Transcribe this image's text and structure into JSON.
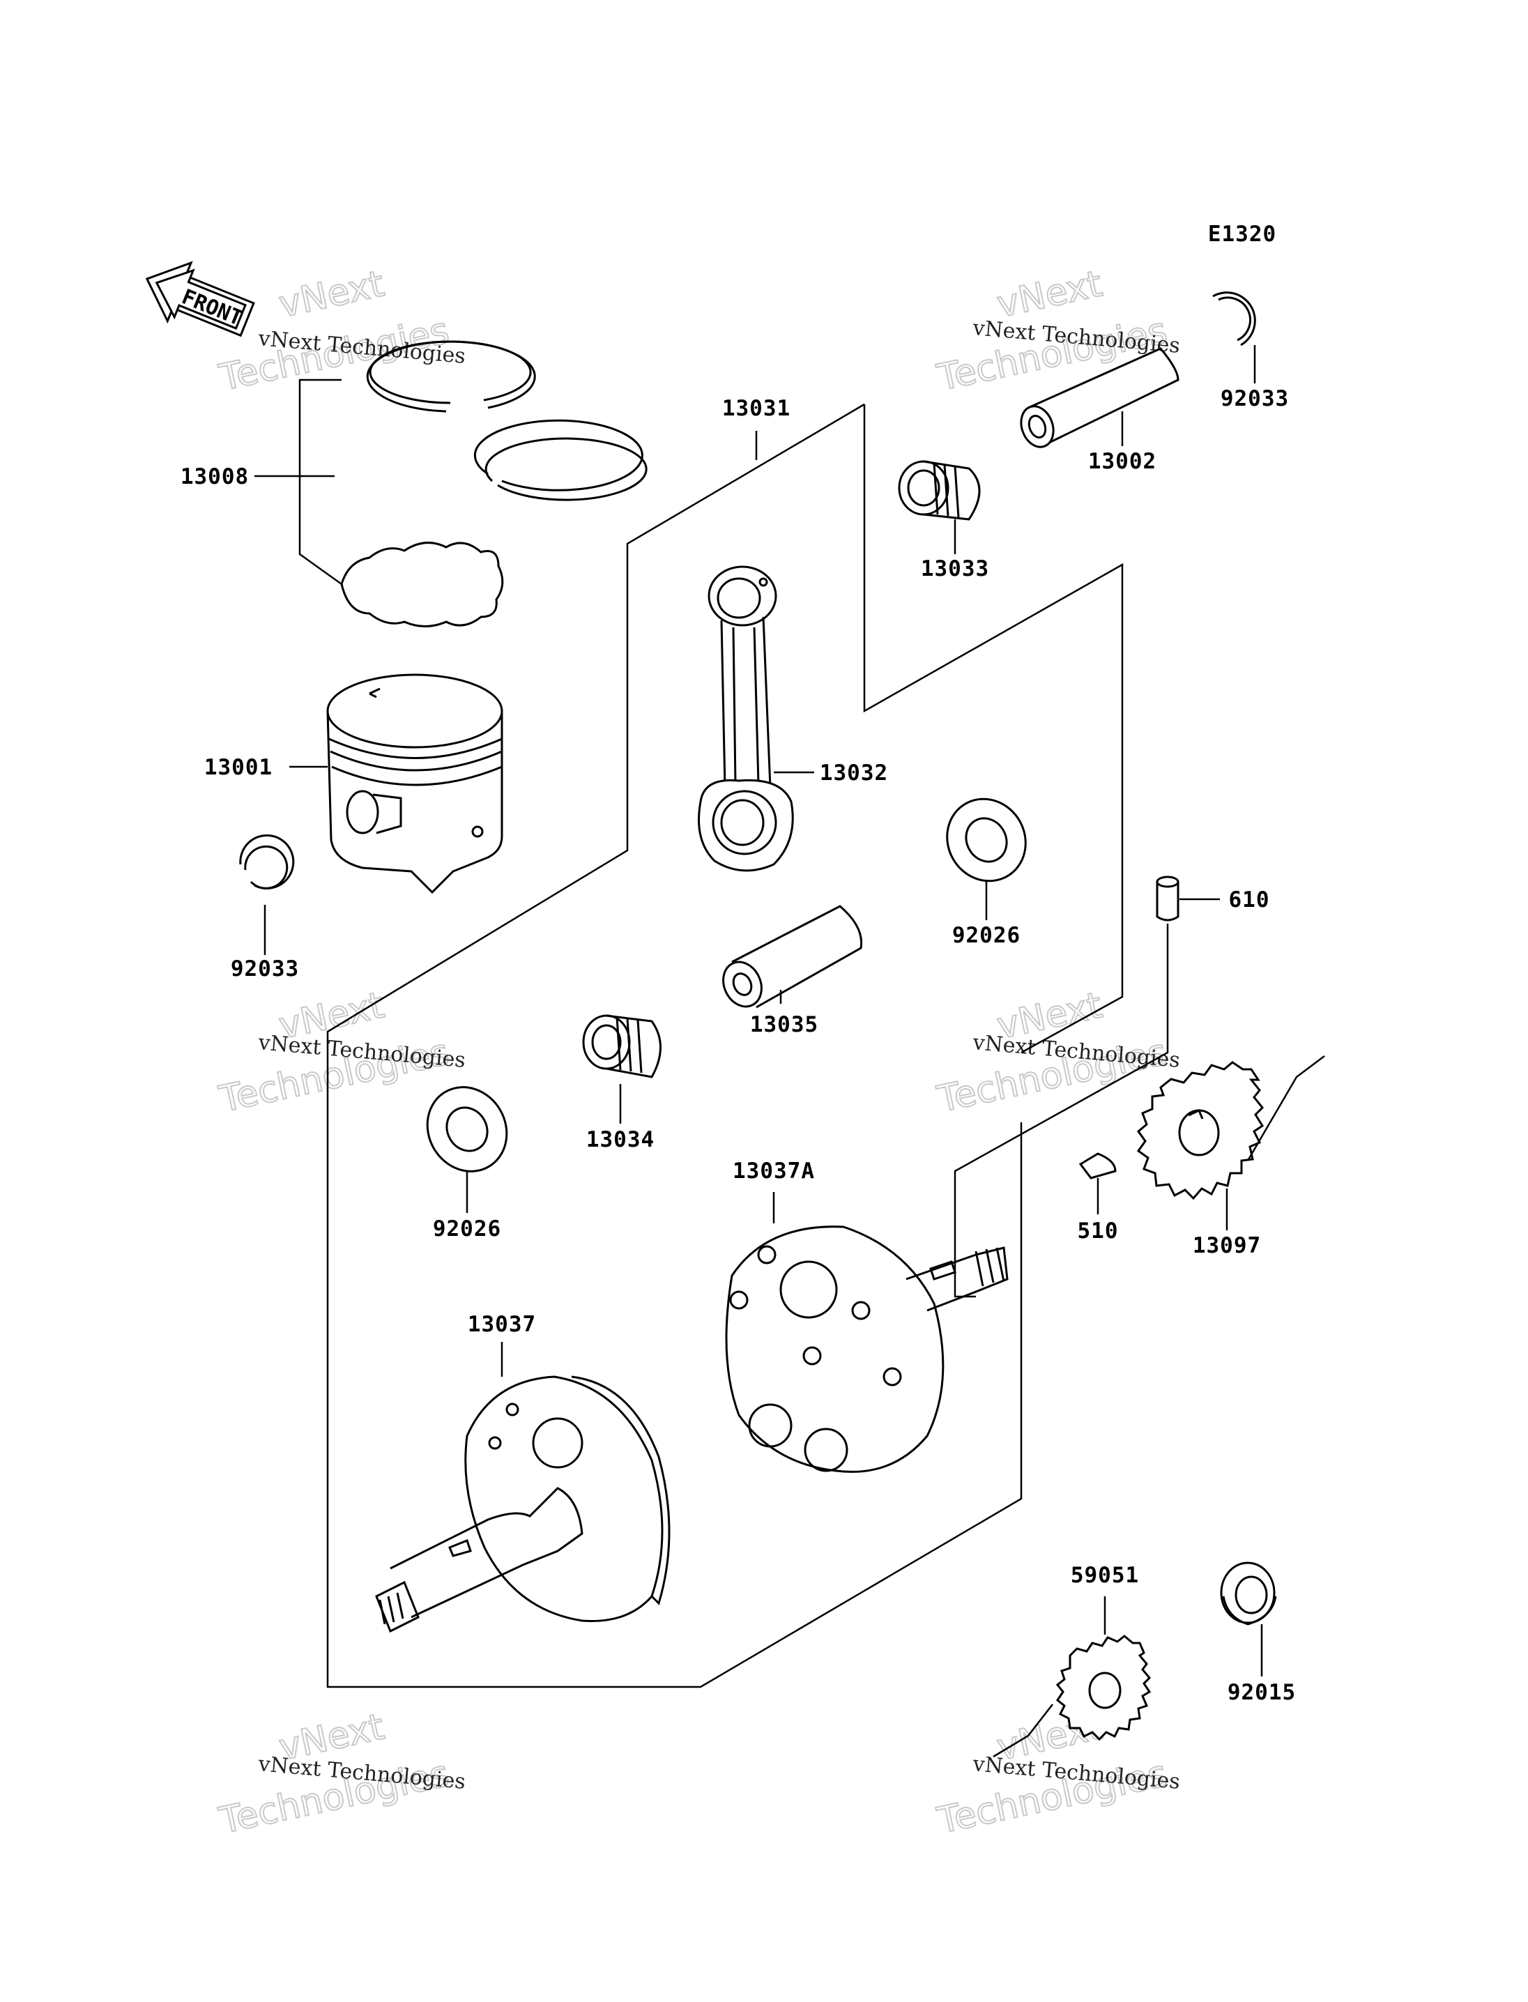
{
  "diagram": {
    "code": "E1320",
    "front_label": "FRONT",
    "watermark": {
      "line1": "vNext",
      "line2": "Technologies",
      "caption": "vNext Technologies"
    },
    "parts": {
      "p13008": "13008",
      "p13001": "13001",
      "p92033a": "92033",
      "p13031": "13031",
      "p13032": "13032",
      "p13033": "13033",
      "p13002": "13002",
      "p92033b": "92033",
      "p92026a": "92026",
      "p13035": "13035",
      "p610": "610",
      "p92026b": "92026",
      "p13034": "13034",
      "p13037A": "13037A",
      "p510": "510",
      "p13097": "13097",
      "p13037": "13037",
      "p59051": "59051",
      "p92015": "92015"
    }
  }
}
